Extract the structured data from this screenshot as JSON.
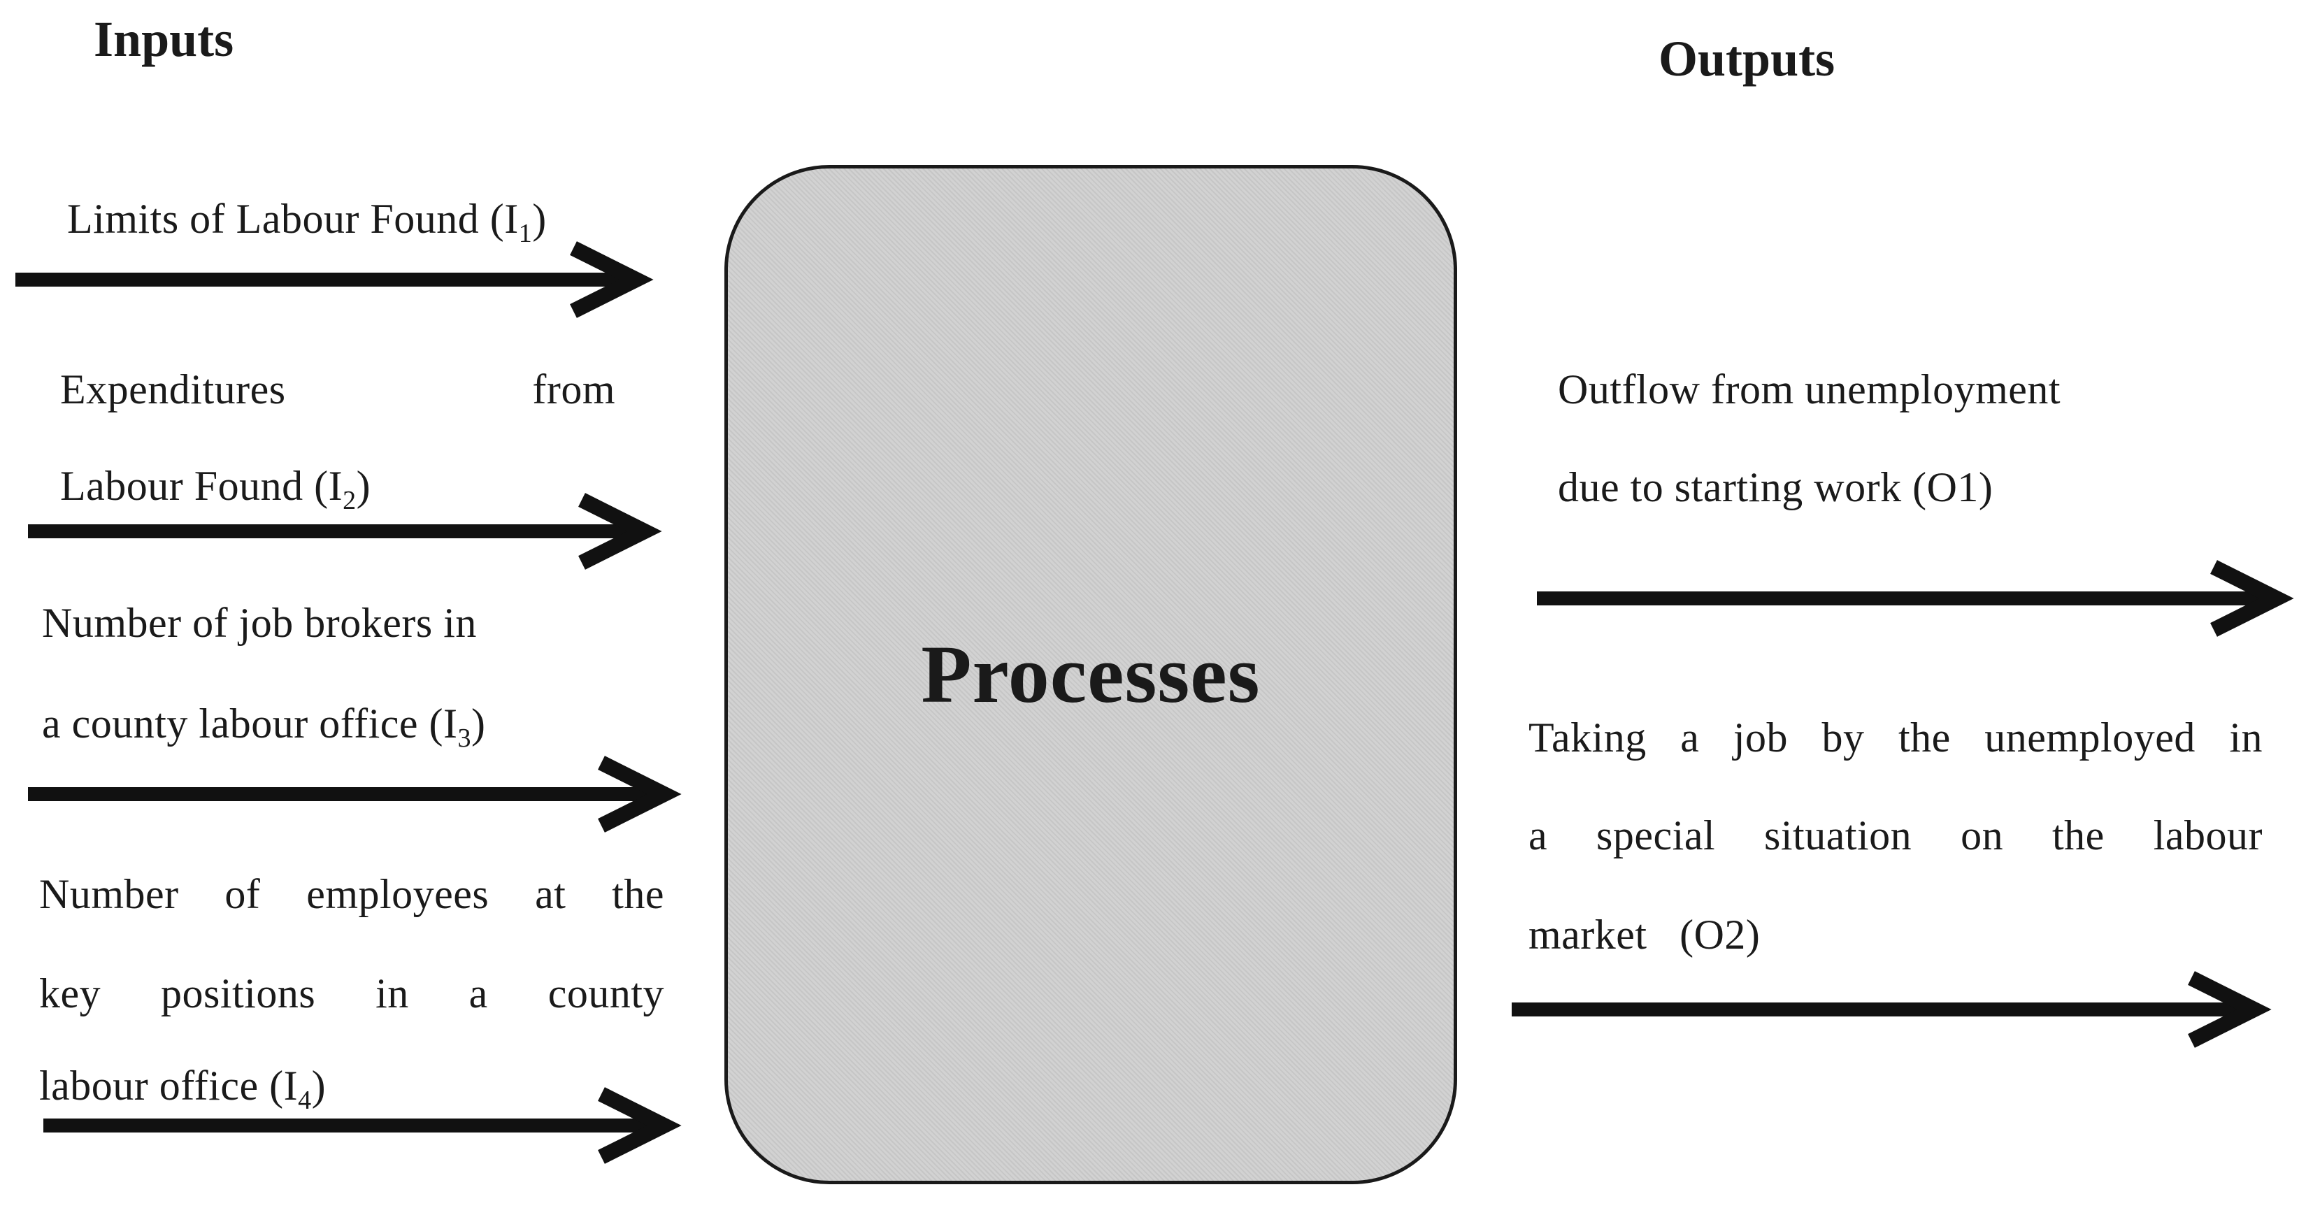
{
  "inputs": {
    "title": "Inputs",
    "items": [
      {
        "lines": [
          "Limits of Labour Found (I",
          "1",
          ")"
        ]
      },
      {
        "line1_a": "Expenditures",
        "line1_b": "from",
        "line2": [
          "Labour Found (I",
          "2",
          ")"
        ]
      },
      {
        "line1": "Number of job brokers in",
        "line2": [
          "a county labour office (I",
          "3",
          ")"
        ]
      },
      {
        "line1": "Number of employees at the",
        "line2": "key positions in a county",
        "line3": [
          "labour office (I",
          "4",
          ")"
        ]
      }
    ]
  },
  "process": {
    "label": "Processes"
  },
  "outputs": {
    "title": "Outputs",
    "items": [
      {
        "line1": "Outflow from unemployment",
        "line2": "due to starting work (O1)"
      },
      {
        "line1": "Taking a job by the unemployed in",
        "line2": "a special situation on the labour",
        "line3": "market   (O2)"
      }
    ]
  }
}
